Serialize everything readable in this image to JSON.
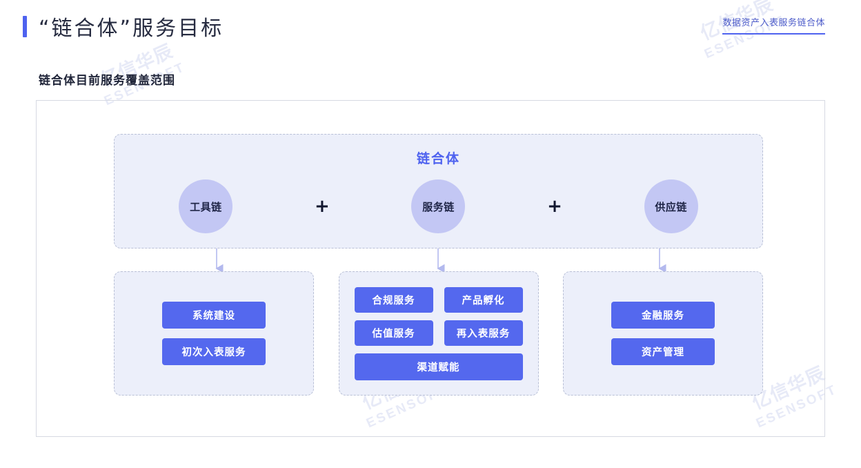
{
  "header": {
    "title": "“链合体”服务目标",
    "brand_tag": "数据资产入表服务链合体",
    "accent_color": "#4e62ef"
  },
  "section": {
    "subtitle": "链合体目前服务覆盖范围"
  },
  "diagram": {
    "group_title": "链合体",
    "chains": [
      {
        "label": "工具链"
      },
      {
        "label": "服务链"
      },
      {
        "label": "供应链"
      }
    ],
    "operators": [
      "+",
      "+"
    ],
    "columns": [
      {
        "name": "tools-chain-services",
        "items": [
          "系统建设",
          "初次入表服务"
        ],
        "layout": "stacked"
      },
      {
        "name": "service-chain-services",
        "rows": [
          [
            "合规服务",
            "产品孵化"
          ],
          [
            "估值服务",
            "再入表服务"
          ]
        ],
        "full_item": "渠道赋能",
        "layout": "grid"
      },
      {
        "name": "supply-chain-services",
        "items": [
          "金融服务",
          "资产管理"
        ],
        "layout": "stacked"
      }
    ]
  },
  "watermark": {
    "cn": "亿信华辰",
    "en": "ESENSOFT"
  },
  "colors": {
    "accent": "#4e62ef",
    "tag_button": "#5468ee",
    "circle": "#c3c7f4",
    "group_background": "#eceffa",
    "dashed_border": "#b9c0d6",
    "panel_border": "#d6d9e2"
  }
}
